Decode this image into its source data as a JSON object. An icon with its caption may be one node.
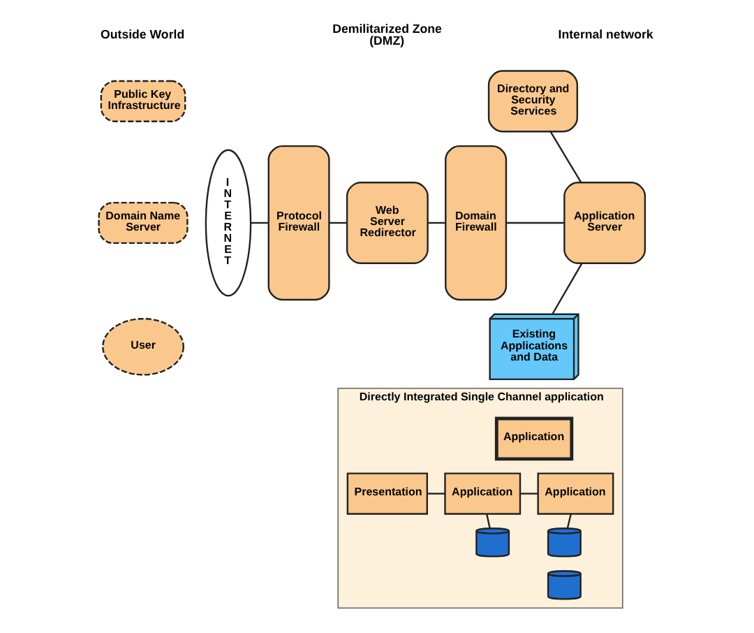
{
  "diagram": {
    "nodes": [
      {
        "text": [
          "Public Key Infrastructure"
        ]
      },
      {
        "text": [
          "Domain Name Server"
        ]
      },
      {
        "text": [
          "User"
        ]
      },
      {
        "text": [
          "I N T E R N E T"
        ]
      },
      {
        "text": [
          "Protocol Firewall"
        ]
      },
      {
        "text": [
          "Web Server Redirector"
        ]
      },
      {
        "text": [
          "Domain Firewall"
        ]
      },
      {
        "text": [
          "Application Server"
        ]
      },
      {
        "text": [
          "Directory and Security Services"
        ]
      },
      {
        "text": [
          "Existing Applications and Data"
        ]
      },
      {
        "text": [
          "Directly Integrated Single Channel application"
        ]
      },
      {
        "text": [
          "Presentation"
        ],
        "in": 10
      },
      {
        "text": [
          "Application"
        ],
        "in": 10
      },
      {
        "text": [
          "Application"
        ],
        "in": 10
      },
      {
        "text": [
          "Application"
        ],
        "in": 10
      },
      {
        "text": [],
        "shape": "cylinder",
        "in": 10
      },
      {
        "text": [],
        "shape": "cylinder",
        "in": 10
      },
      {
        "text": [],
        "shape": "cylinder",
        "in": 10
      }
    ],
    "edges": [
      {
        "from": 3,
        "to": 4,
        "arrow": "none"
      },
      {
        "from": 4,
        "to": 5,
        "arrow": "none"
      },
      {
        "from": 5,
        "to": 6,
        "arrow": "none"
      },
      {
        "from": 6,
        "to": 7,
        "arrow": "none"
      },
      {
        "from": 7,
        "to": 8,
        "arrow": "none"
      },
      {
        "from": 7,
        "to": 9,
        "arrow": "none"
      },
      {
        "from": 11,
        "to": 12,
        "arrow": "none"
      },
      {
        "from": 12,
        "to": 14,
        "arrow": "none"
      },
      {
        "from": 12,
        "to": 15,
        "arrow": "none"
      },
      {
        "from": 14,
        "to": 16,
        "arrow": "none"
      }
    ],
    "labels": [
      "Outside World",
      "Demilitarized Zone (DMZ)",
      "Internal network"
    ]
  }
}
